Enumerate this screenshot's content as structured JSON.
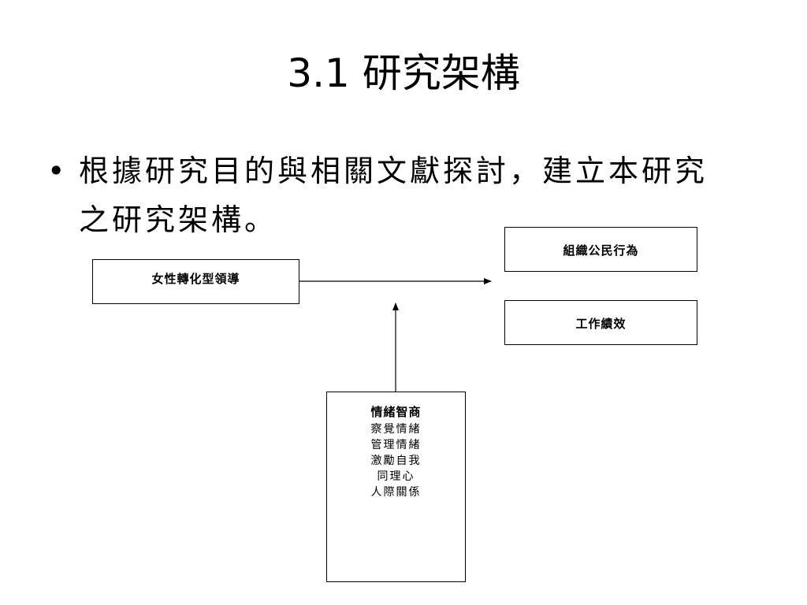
{
  "slide": {
    "title": "3.1 研究架構",
    "bullet_symbol": "•",
    "bullet_text": "根據研究目的與相關文獻探討，建立本研究之研究架構。"
  },
  "diagram": {
    "independent": "女性轉化型領導",
    "outcome_1": "組織公民行為",
    "outcome_2": "工作績效",
    "moderator": {
      "title": "情緒智商",
      "dimensions": [
        "察覺情緒",
        "管理情緒",
        "激勵自我",
        "同理心",
        "人際關係"
      ]
    }
  }
}
